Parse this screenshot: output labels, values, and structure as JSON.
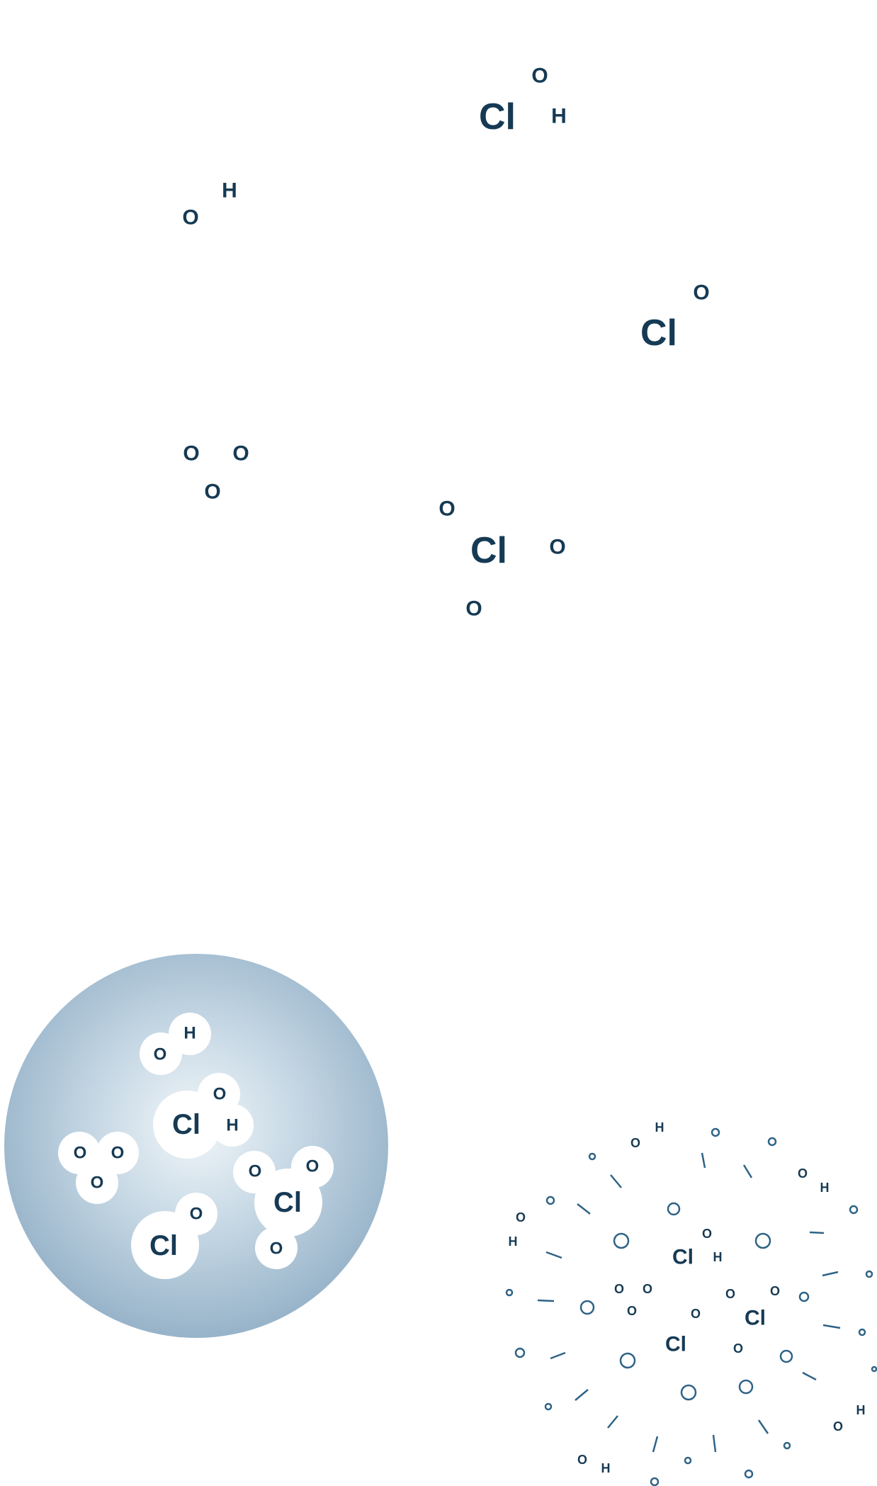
{
  "colors": {
    "atom_text": "#163a54",
    "sphere_edge": "#9db7cc",
    "sphere_center": "#eef4f8",
    "bubble_fill": "#ffffff",
    "spray_stroke": "#2f6386"
  },
  "molecules": {
    "hypochlorous_acid": {
      "chlorine": "Cl",
      "oxygen": "O",
      "hydrogen": "H"
    },
    "hydroxyl": {
      "oxygen": "O",
      "hydrogen": "H"
    },
    "chlorine_dioxide": {
      "chlorine": "Cl",
      "oxygen": "O"
    },
    "ozone": {
      "oxygen_1": "O",
      "oxygen_2": "O",
      "oxygen_3": "O"
    },
    "chlorate": {
      "chlorine": "Cl",
      "oxygen_1": "O",
      "oxygen_2": "O",
      "oxygen_3": "O"
    }
  },
  "sphere_cluster": {
    "hydroxyl": {
      "oxygen": "O",
      "hydrogen": "H"
    },
    "hypochlorous_acid": {
      "chlorine": "Cl",
      "oxygen": "O",
      "hydrogen": "H"
    },
    "ozone": {
      "oxygen_1": "O",
      "oxygen_2": "O",
      "oxygen_3": "O"
    },
    "chlorine_dioxide_a": {
      "chlorine": "Cl",
      "oxygen_1": "O",
      "oxygen_2": "O",
      "oxygen_3": "O"
    },
    "chlorine_dioxide_b": {
      "chlorine": "Cl",
      "oxygen": "O"
    }
  },
  "spray_cluster": {
    "labels": {
      "chlorine": "Cl",
      "oxygen": "O",
      "hydrogen": "H"
    }
  }
}
